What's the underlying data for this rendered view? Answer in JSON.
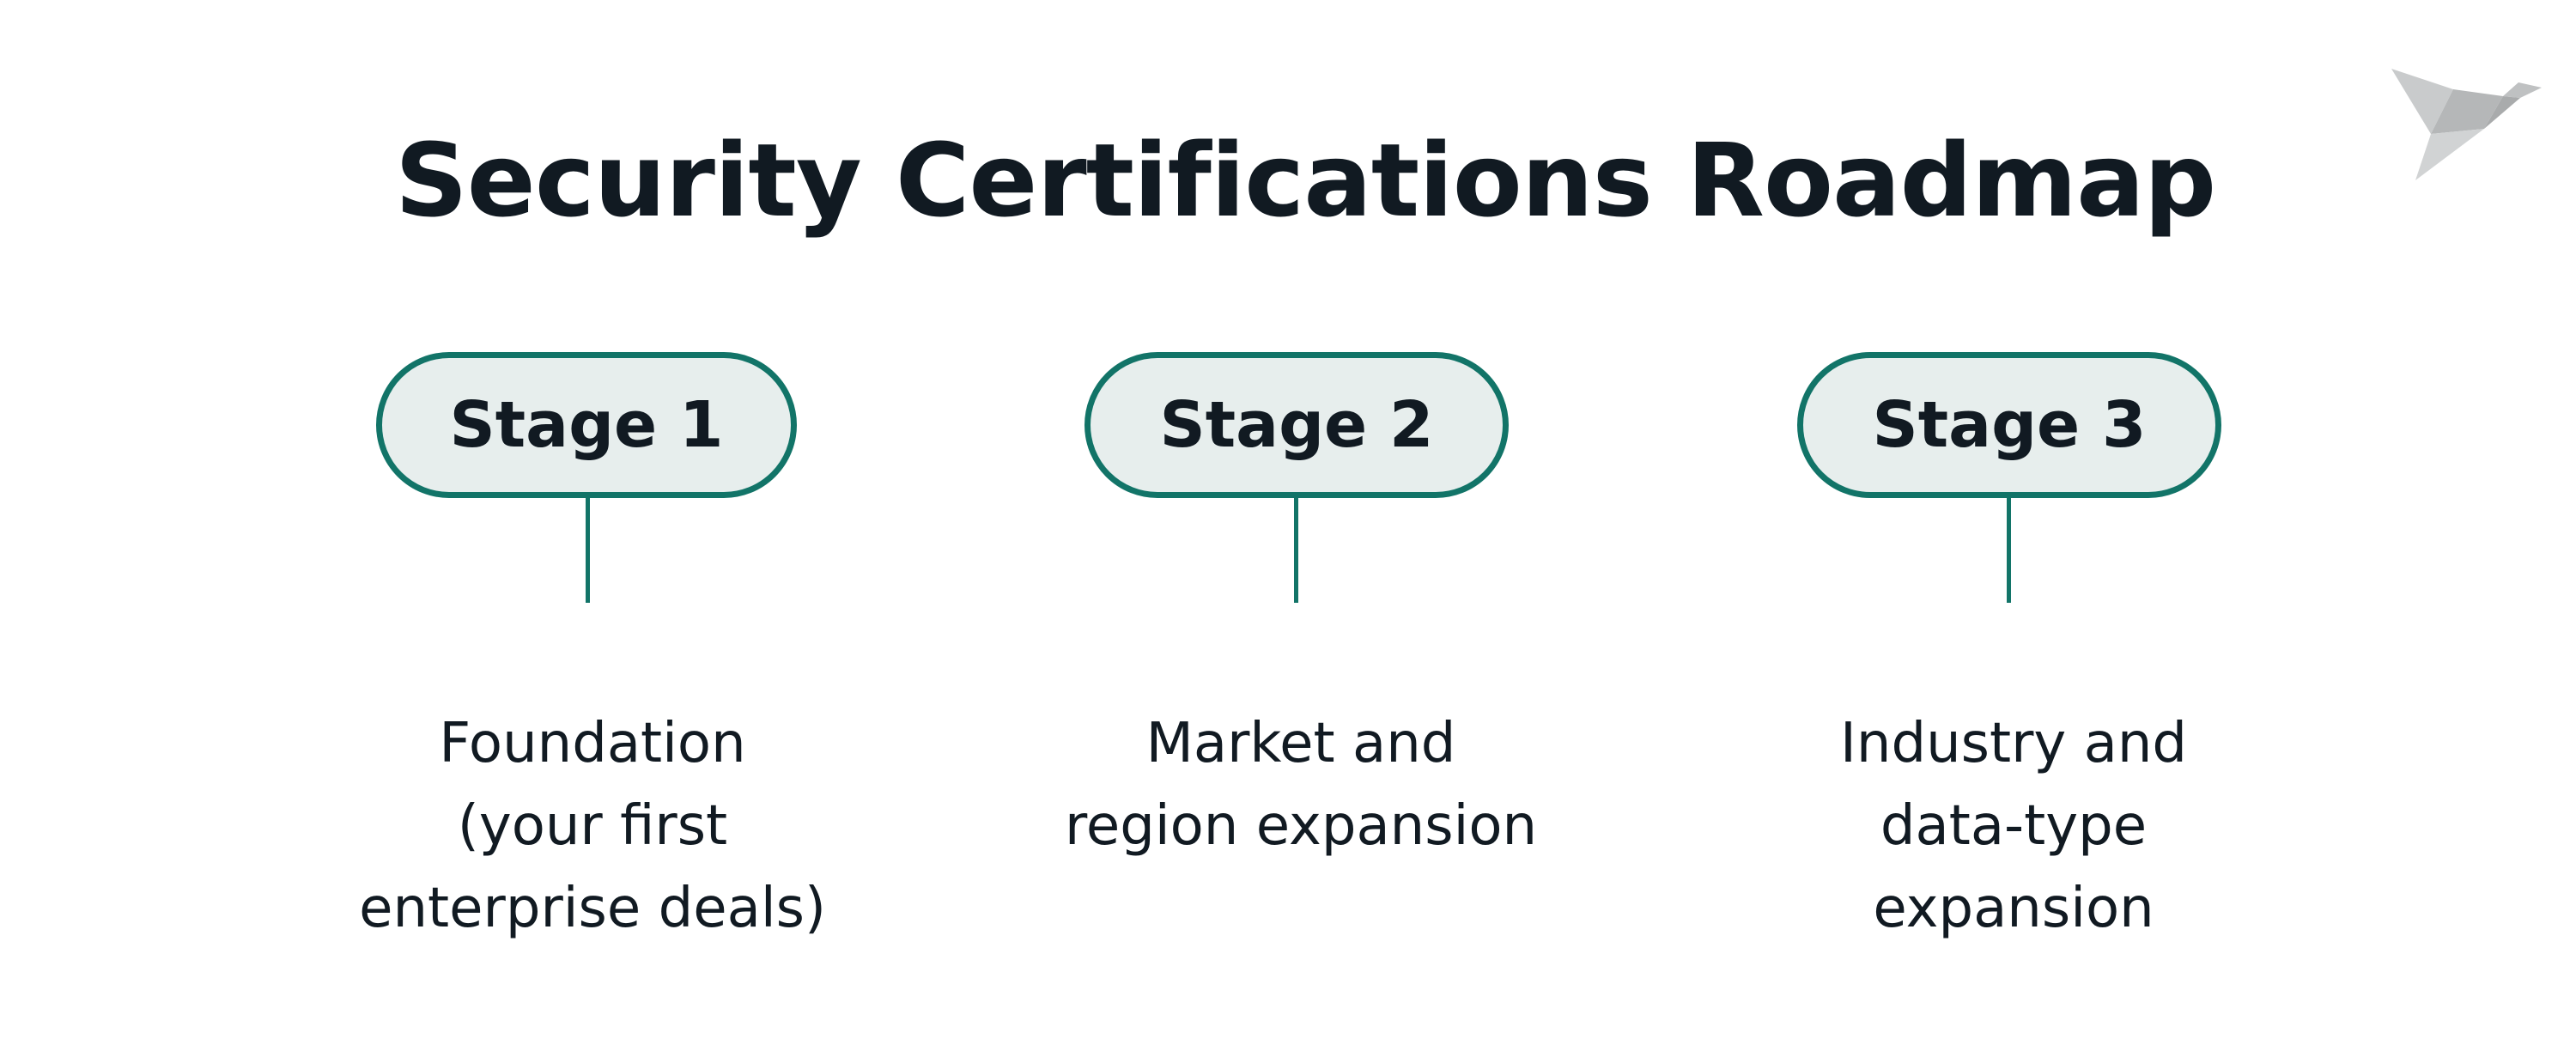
{
  "title": "Security Certifications Roadmap",
  "logo_icon": "paper-bird-icon",
  "colors": {
    "accent": "#127468",
    "pill_fill": "#e7eeed",
    "text": "#111a22",
    "logo": "#bfc1c2"
  },
  "stages": [
    {
      "label": "Stage 1",
      "description": [
        "Foundation",
        "(your first",
        "enterprise deals)"
      ]
    },
    {
      "label": "Stage 2",
      "description": [
        "Market and",
        "region expansion"
      ]
    },
    {
      "label": "Stage 3",
      "description": [
        "Industry and",
        "data-type",
        "expansion"
      ]
    }
  ]
}
